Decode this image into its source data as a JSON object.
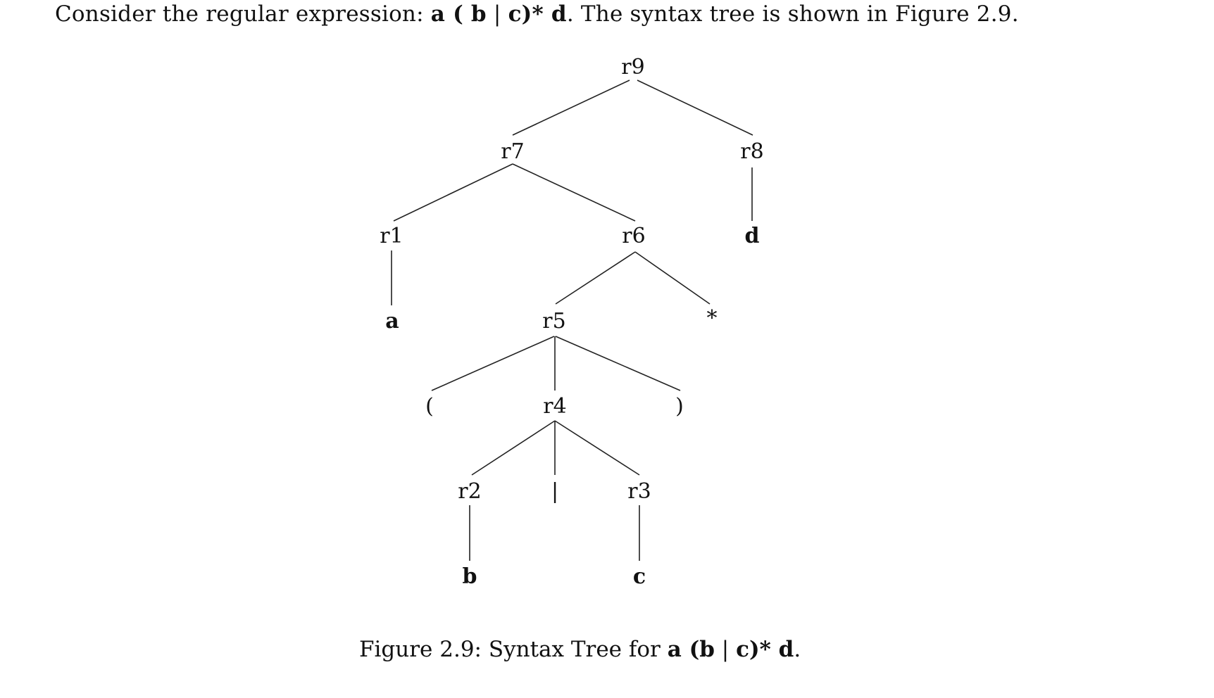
{
  "intro": {
    "prefix": "Consider the regular expression: ",
    "regex_bold_1": "a ( b",
    "regex_bar": " | ",
    "regex_bold_2": "c)* d",
    "suffix": ". The syntax tree is shown in Figure 2.9."
  },
  "tree": {
    "nodes": {
      "r9": "r9",
      "r7": "r7",
      "r8": "r8",
      "r1": "r1",
      "r6": "r6",
      "d": "d",
      "a": "a",
      "r5": "r5",
      "star": "*",
      "lparen": "(",
      "r4": "r4",
      "rparen": ")",
      "r2": "r2",
      "bar": "|",
      "r3": "r3",
      "b": "b",
      "c": "c"
    }
  },
  "caption": {
    "prefix": "Figure 2.9: Syntax Tree for ",
    "regex_bold_1": "a (b",
    "regex_bar": " | ",
    "regex_bold_2": "c)* d",
    "suffix": "."
  }
}
